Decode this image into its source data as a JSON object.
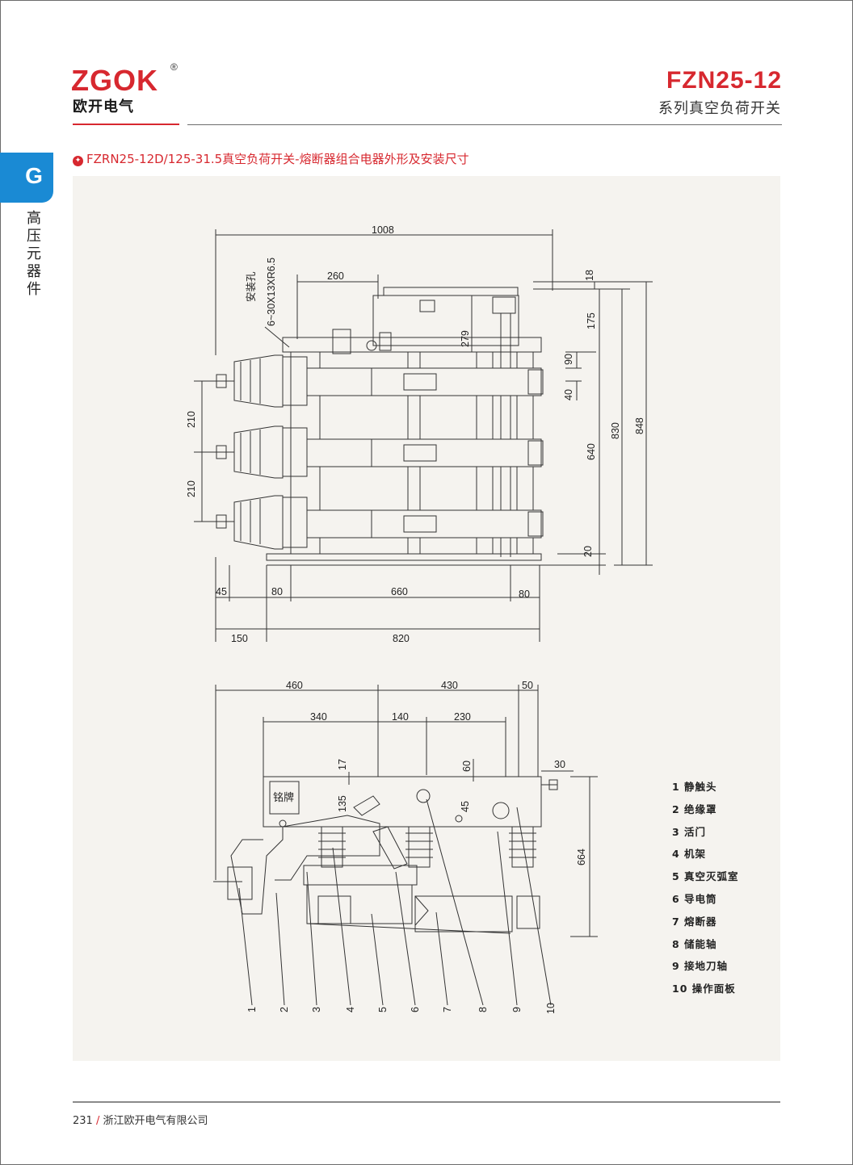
{
  "brand": {
    "logo": "ZGOK",
    "registered": "®",
    "name_cn": "欧开电气"
  },
  "header": {
    "model": "FZN25-12",
    "subtitle": "系列真空负荷开关"
  },
  "side_tab": {
    "letter": "G",
    "category": "高压元器件"
  },
  "section_title": "FZRN25-12D/125-31.5真空负荷开关-熔断器组合电器外形及安装尺寸",
  "top_view": {
    "dims": {
      "overall_width": "1008",
      "offset_260": "260",
      "top_18": "18",
      "height_175": "175",
      "mount_hole_label": "安装孔",
      "mount_hole_spec": "6~30X13XR6.5",
      "h_279": "279",
      "h_90": "90",
      "h_40": "40",
      "pitch_1": "210",
      "pitch_2": "210",
      "h_640": "640",
      "h_830": "830",
      "h_848": "848",
      "h_20": "20",
      "w_45": "45",
      "w_80_left": "80",
      "w_660": "660",
      "w_80_right": "80",
      "w_150": "150",
      "w_820": "820"
    }
  },
  "side_view": {
    "dims": {
      "w_460": "460",
      "w_430": "430",
      "w_50": "50",
      "w_340": "340",
      "w_140": "140",
      "w_230": "230",
      "h_17": "17",
      "h_60": "60",
      "h_30": "30",
      "h_135": "135",
      "h_45": "45",
      "h_664": "664"
    },
    "nameplate": "铭牌",
    "callouts": [
      "1",
      "2",
      "3",
      "4",
      "5",
      "6",
      "7",
      "8",
      "9",
      "10"
    ]
  },
  "legend": [
    "1 静触头",
    "2 绝缘罩",
    "3 活门",
    "4 机架",
    "5 真空灭弧室",
    "6 导电筒",
    "7 熔断器",
    "8 储能轴",
    "9 接地刀轴",
    "10 操作面板"
  ],
  "footer": {
    "page": "231",
    "separator": "/",
    "company": "浙江欧开电气有限公司"
  },
  "colors": {
    "brand_red": "#d7282f",
    "tab_blue": "#1a8ad4",
    "panel_bg": "#f5f3ef"
  }
}
